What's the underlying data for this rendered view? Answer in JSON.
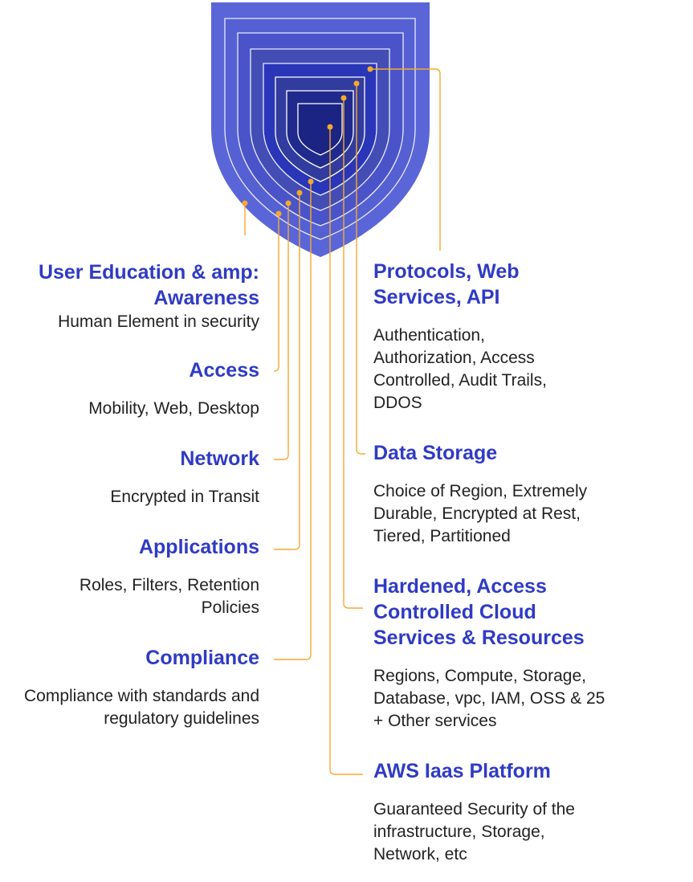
{
  "colors": {
    "accent": "#2f3bc4",
    "connector": "#f7a92e",
    "shield_outer": "#5a66d8",
    "shield_inner": "#1b2383"
  },
  "left_layers": [
    {
      "title": "User Education & amp: Awareness",
      "description": "Human Element in security"
    },
    {
      "title": "Access",
      "description": "Mobility, Web, Desktop"
    },
    {
      "title": "Network",
      "description": "Encrypted in Transit"
    },
    {
      "title": "Applications",
      "description": "Roles, Filters, Retention Policies"
    },
    {
      "title": "Compliance",
      "description": "Compliance with standards and regulatory guidelines"
    }
  ],
  "right_layers": [
    {
      "title": "Protocols, Web Services, API",
      "description": "Authentication, Authorization, Access Controlled, Audit Trails, DDOS"
    },
    {
      "title": "Data Storage",
      "description": "Choice of Region, Extremely Durable, Encrypted at Rest, Tiered, Partitioned"
    },
    {
      "title": "Hardened, Access Controlled Cloud Services & Resources",
      "description": "Regions, Compute, Storage, Database, vpc, IAM, OSS & 25 + Other services"
    },
    {
      "title": "AWS Iaas Platform",
      "description": "Guaranteed Security of the infrastructure, Storage, Network, etc"
    }
  ]
}
